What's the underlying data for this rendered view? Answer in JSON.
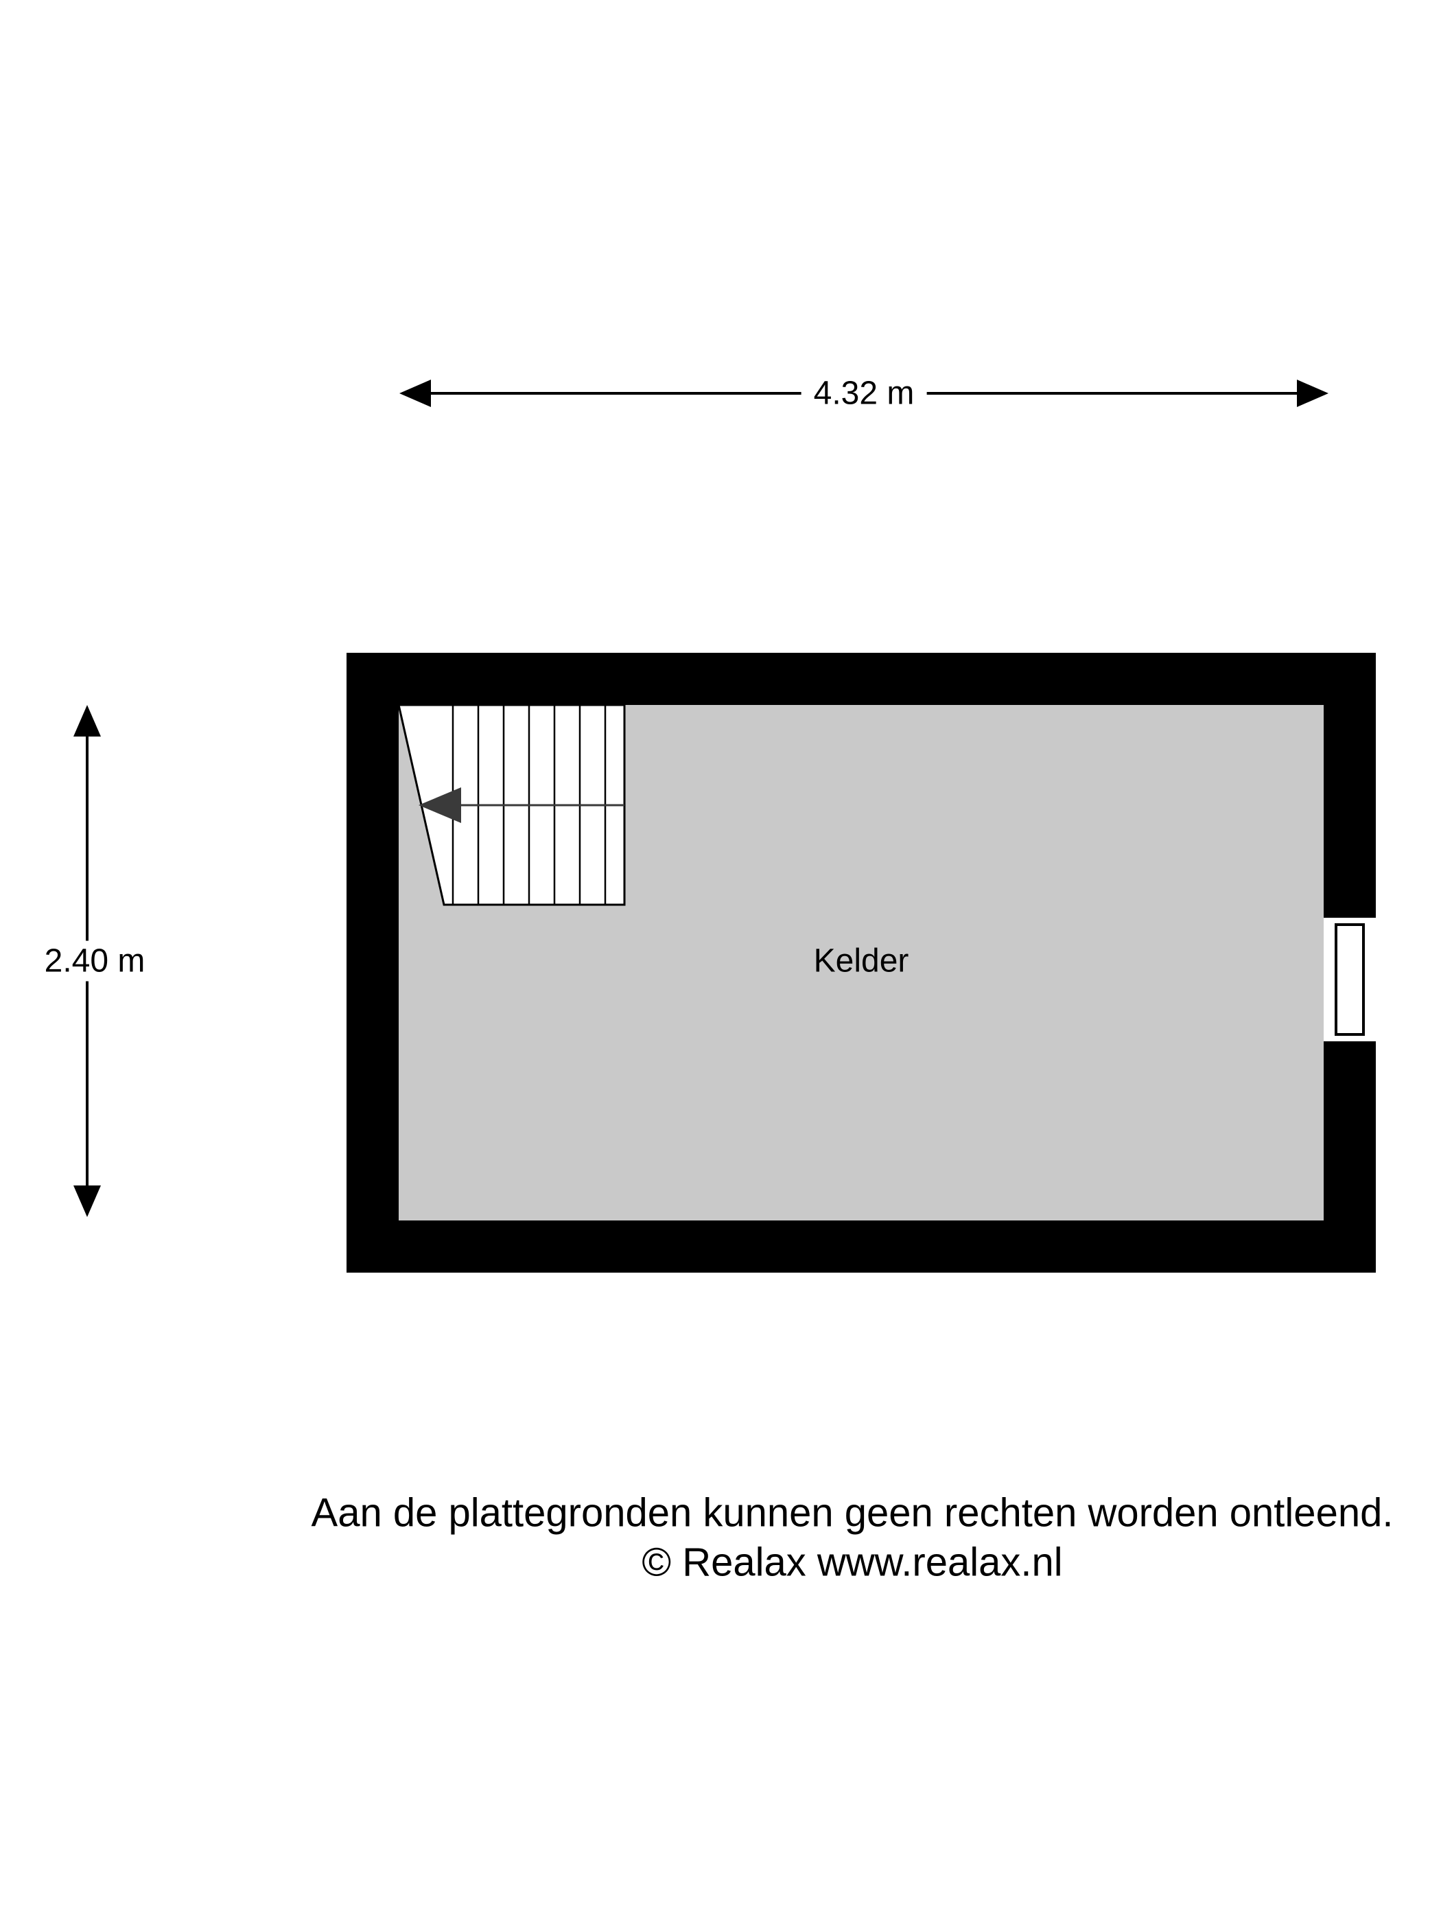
{
  "floorplan": {
    "room_label": "Kelder",
    "width_label": "4.32 m",
    "height_label": "2.40 m"
  },
  "footer": {
    "line1": "Aan de plattegronden kunnen geen rechten worden ontleend.",
    "line2": "© Realax www.realax.nl"
  },
  "colors": {
    "wall": "#000000",
    "floor": "#c9c9c9",
    "background": "#ffffff",
    "line": "#000000",
    "arrow": "#3a3a3a"
  }
}
